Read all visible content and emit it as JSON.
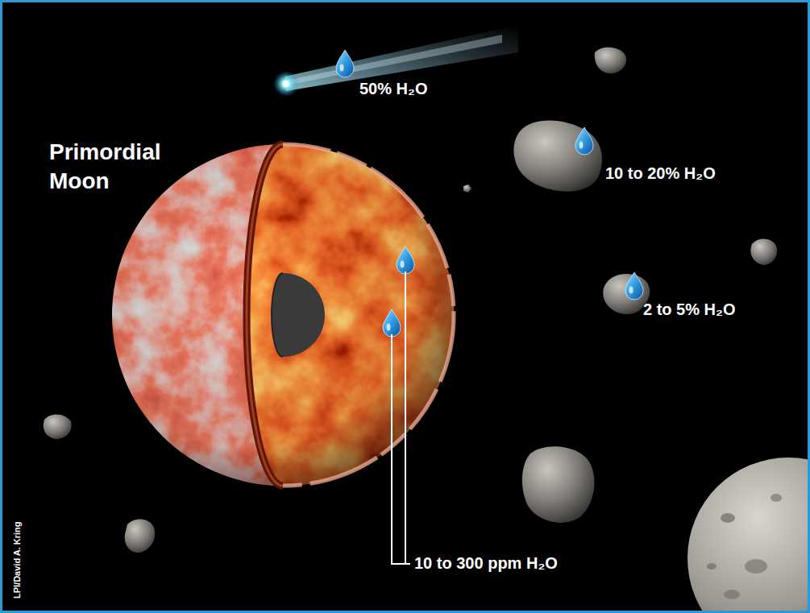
{
  "diagram": {
    "labels": [
      "50% H₂O",
      "Primordial Moon",
      "10 to 20% H₂O",
      "2 to 5% H₂O",
      "10 to 300 ppm H₂O",
      "LPI/David A. Kring"
    ]
  }
}
